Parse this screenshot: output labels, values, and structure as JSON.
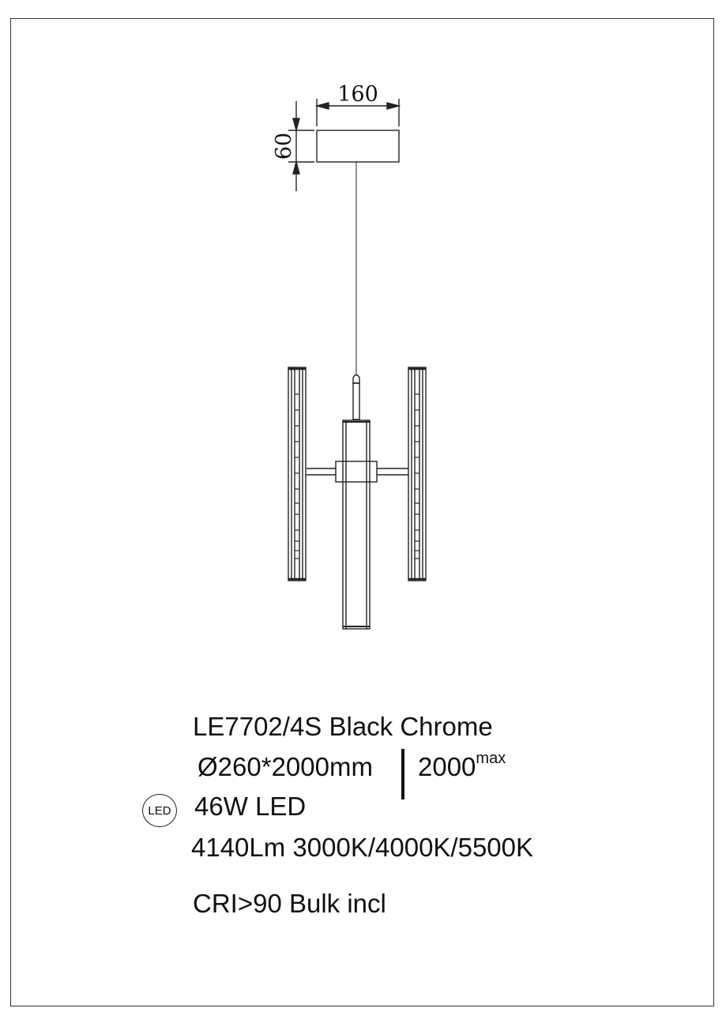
{
  "drawing": {
    "canopy_dimensions": {
      "width_label": "160",
      "height_label": "60"
    }
  },
  "specs": {
    "model": "LE7702/4S Black Chrome",
    "size": "Ø260*2000mm",
    "max_height_value": "2000",
    "max_height_suffix": "max",
    "led_badge": "LED",
    "power": "46W LED",
    "lumen_cct": "4140Lm  3000K/4000K/5500K",
    "extra": "CRI>90  Bulk  incl"
  },
  "colors": {
    "line": "#222222",
    "text": "#111111",
    "background": "#ffffff"
  }
}
